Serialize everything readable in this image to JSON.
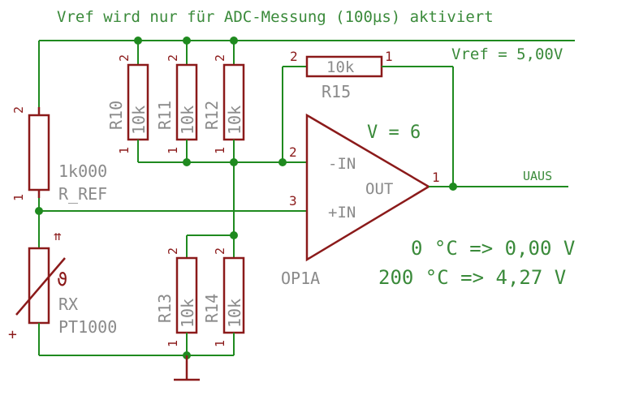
{
  "header_note": "Vref wird nur für ADC-Messung (100µs) aktiviert",
  "vref_label": "Vref = 5,00V",
  "output_label": "UAUS",
  "gain_label": "V = 6",
  "temp_lines": [
    "0 °C => 0,00 V",
    "200 °C => 4,27 V"
  ],
  "components": {
    "R10": {
      "name": "R10",
      "value": "10k"
    },
    "R11": {
      "name": "R11",
      "value": "10k"
    },
    "R12": {
      "name": "R12",
      "value": "10k"
    },
    "R13": {
      "name": "R13",
      "value": "10k"
    },
    "R14": {
      "name": "R14",
      "value": "10k"
    },
    "R15": {
      "name": "R15",
      "value": "10k"
    },
    "R_REF": {
      "name": "R_REF",
      "value": "1k000"
    },
    "RX": {
      "name": "RX",
      "value": "PT1000"
    },
    "OP1A": {
      "name": "OP1A",
      "in_minus": "-IN",
      "in_plus": "+IN",
      "out": "OUT"
    }
  },
  "pins": {
    "one": "1",
    "two": "2",
    "three": "3"
  },
  "symbols": {
    "plus": "+",
    "theta": "ϑ"
  }
}
